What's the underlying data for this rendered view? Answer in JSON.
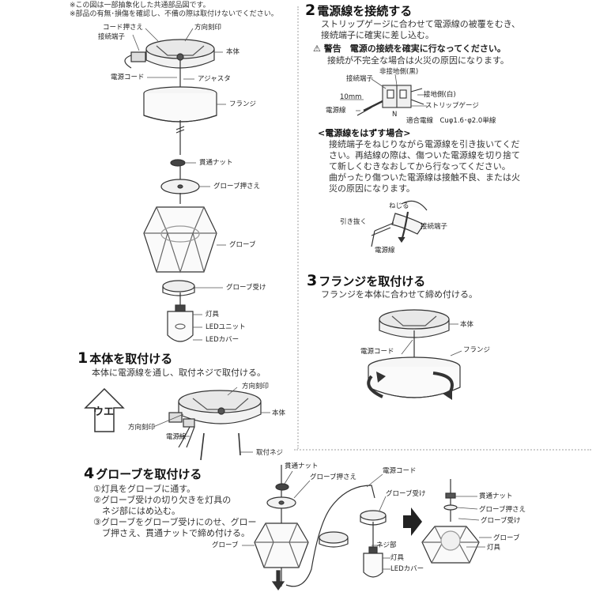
{
  "notes": [
    "※この図は一部抽象化した共通部品図です。",
    "※部品の有無･損傷を確認し、不備の際は取付けないでください。"
  ],
  "diagram_top": {
    "labels": {
      "cord_holder": "コード押さえ",
      "terminal": "接続端子",
      "direction_mark": "方向刻印",
      "body": "本体",
      "power_cord": "電源コード",
      "adjuster": "アジャスタ",
      "flange": "フランジ",
      "through_nut": "貫通ナット",
      "globe_holder": "グローブ押さえ",
      "globe": "グローブ",
      "globe_receiver": "グローブ受け",
      "fixture": "灯具",
      "led_unit": "LEDユニット",
      "led_cover": "LEDカバー"
    }
  },
  "step1": {
    "num": "1",
    "title": "本体を取付ける",
    "text": "本体に電源線を通し、取付ネジで取付ける。",
    "arrow_text": "ウエ",
    "labels": {
      "direction_mark_top": "方向刻印",
      "direction_mark_left": "方向刻印",
      "body": "本体",
      "power_wire": "電源線",
      "screw": "取付ネジ"
    }
  },
  "step2": {
    "num": "2",
    "title": "電源線を接続する",
    "lines": [
      "ストリップゲージに合わせて電源線の被覆をむき、",
      "接続端子に確実に差し込む。"
    ],
    "warning_title": "警告　電源の接続を確実に行なってください。",
    "warning_text": "接続が不完全な場合は火災の原因になります。",
    "labels": {
      "non_ground": "非接地側(黒)",
      "terminal": "接続端子",
      "ground": "接地側(白)",
      "mm": "10mm",
      "wire": "電源線",
      "strip": "ストリップゲージ",
      "n": "N",
      "spec": "適合電線　Cuφ1.6･φ2.0単線"
    },
    "remove_title": "<電源線をはずす場合>",
    "remove_lines": [
      "接続端子をねじりながら電源線を引き抜いてくだ",
      "さい。再結線の際は、傷ついた電源線を切り捨て",
      "て新しくむきなおしてから行なってください。",
      "曲がったり傷ついた電源線は接触不良、または火",
      "災の原因になります。"
    ],
    "remove_labels": {
      "twist": "ねじる",
      "pull": "引き抜く",
      "terminal": "接続端子",
      "wire": "電源線"
    }
  },
  "step3": {
    "num": "3",
    "title": "フランジを取付ける",
    "text": "フランジを本体に合わせて締め付ける。",
    "labels": {
      "body": "本体",
      "power_cord": "電源コード",
      "flange": "フランジ"
    }
  },
  "step4": {
    "num": "4",
    "title": "グローブを取付ける",
    "lines": [
      "①灯具をグローブに通す。",
      "②グローブ受けの切り欠きを灯具の",
      "　ネジ部にはめ込む。",
      "③グローブをグローブ受けにのせ、グロー",
      "　ブ押さえ、貫通ナットで締め付ける。"
    ],
    "labels": {
      "through_nut": "貫通ナット",
      "globe_holder": "グローブ押さえ",
      "power_cord": "電源コード",
      "globe_receiver": "グローブ受け",
      "globe": "グローブ",
      "screw_part": "ネジ部",
      "fixture": "灯具",
      "led_cover": "LEDカバー",
      "r_through_nut": "貫通ナット",
      "r_globe_holder": "グローブ押さえ",
      "r_globe_receiver": "グローブ受け",
      "r_globe": "グローブ",
      "r_fixture": "灯具"
    }
  }
}
